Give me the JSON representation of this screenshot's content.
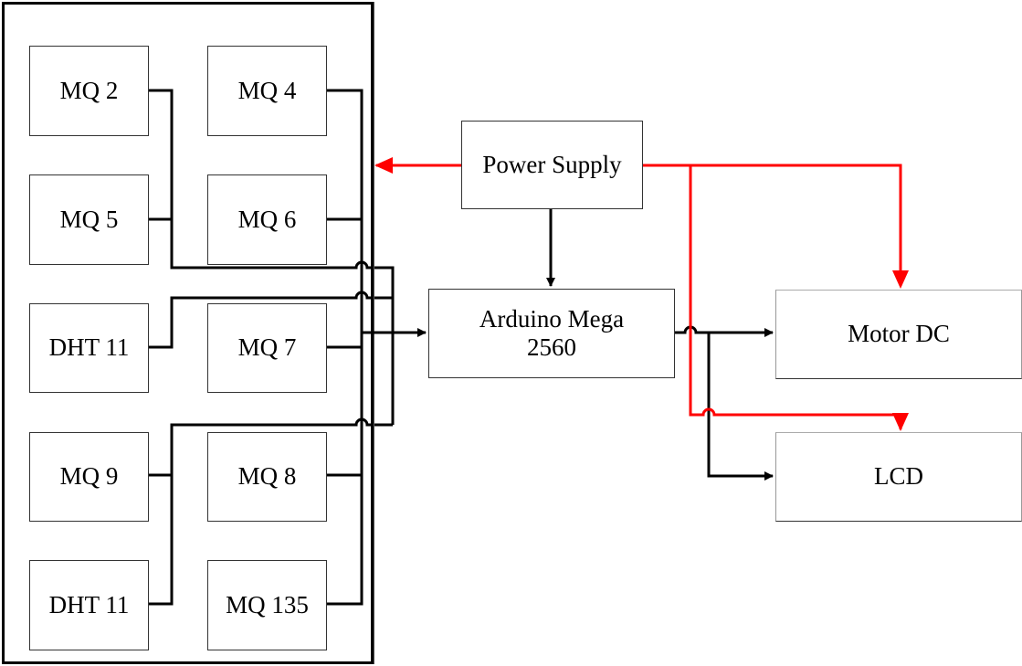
{
  "diagram": {
    "title": "",
    "sensor_group": {
      "left_column": [
        {
          "id": "mq2",
          "label": "MQ 2"
        },
        {
          "id": "mq5",
          "label": "MQ 5"
        },
        {
          "id": "dht11a",
          "label": "DHT 11"
        },
        {
          "id": "mq9",
          "label": "MQ 9"
        },
        {
          "id": "dht11b",
          "label": "DHT 11"
        }
      ],
      "right_column": [
        {
          "id": "mq4",
          "label": "MQ 4"
        },
        {
          "id": "mq6",
          "label": "MQ 6"
        },
        {
          "id": "mq7",
          "label": "MQ 7"
        },
        {
          "id": "mq8",
          "label": "MQ 8"
        },
        {
          "id": "mq135",
          "label": "MQ 135"
        }
      ]
    },
    "power_supply": {
      "label": "Power Supply"
    },
    "controller": {
      "line1": "Arduino Mega",
      "line2": "2560"
    },
    "outputs": [
      {
        "id": "motor",
        "label": "Motor DC"
      },
      {
        "id": "lcd",
        "label": "LCD"
      }
    ],
    "colors": {
      "power_line": "#ff0000",
      "signal_line": "#000000"
    },
    "connections": [
      {
        "from": "Power Supply",
        "to": "Sensor Group",
        "type": "power"
      },
      {
        "from": "Power Supply",
        "to": "Motor DC",
        "type": "power"
      },
      {
        "from": "Power Supply",
        "to": "LCD",
        "type": "power"
      },
      {
        "from": "Power Supply",
        "to": "Arduino Mega 2560",
        "type": "signal"
      },
      {
        "from": "Sensor Group",
        "to": "Arduino Mega 2560",
        "type": "signal"
      },
      {
        "from": "Arduino Mega 2560",
        "to": "Motor DC",
        "type": "signal"
      },
      {
        "from": "Arduino Mega 2560",
        "to": "LCD",
        "type": "signal"
      }
    ]
  }
}
